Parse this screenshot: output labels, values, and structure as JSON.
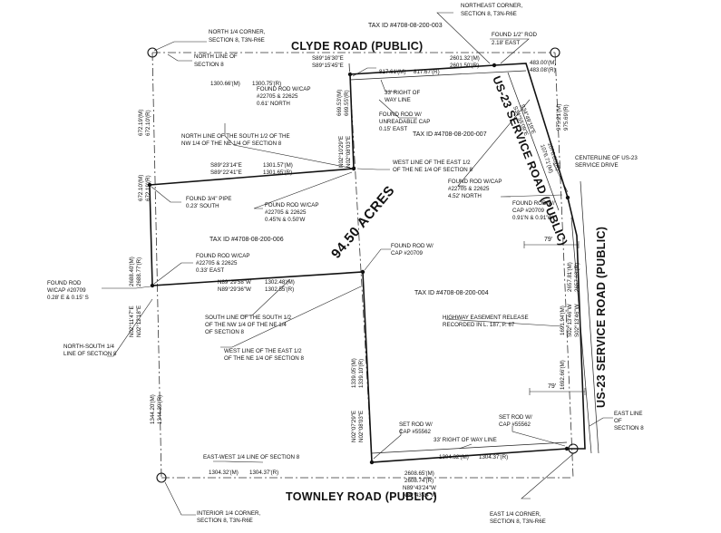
{
  "roads": {
    "clyde": "CLYDE ROAD (PUBLIC)",
    "townley": "TOWNLEY ROAD (PUBLIC)",
    "us23": "US-23 SERVICE ROAD (PUBLIC)",
    "us23_service": "US-23 SERVICE ROAD (PUBLIC)"
  },
  "acres": "94.50 ACRES",
  "tax_ids": {
    "t003": "TAX ID #4708-08-200-003",
    "t007": "TAX ID #4708-08-200-007",
    "t006": "TAX ID #4708-08-200-006",
    "t004": "TAX ID #4708-08-200-004"
  },
  "notes": {
    "north_quarter": [
      "NORTH 1/4 CORNER,",
      "SECTION 8, T3N-R6E"
    ],
    "north_line": [
      "NORTH LINE OF",
      "SECTION 8"
    ],
    "northeast_corner": [
      "NORTHEAST CORNER,",
      "SECTION 8, T3N-R6E"
    ],
    "found_half_rod": [
      "FOUND 1/2\" ROD",
      "2.18' EAST"
    ],
    "rod_cap_081": [
      "FOUND ROD W/CAP",
      "#22705 & 22625",
      "0.61' NORTH"
    ],
    "row_33_top": [
      "33' RIGHT OF",
      "WAY LINE"
    ],
    "unreadable_cap": [
      "FOUND ROD W/",
      "UNREADABLE CAP",
      "0.15' EAST"
    ],
    "north_line_s_half": [
      "NORTH LINE OF THE SOUTH 1/2 OF THE",
      "NW 1/4 OF THE NE 1/4 OF SECTION 8"
    ],
    "west_line_e_half_top": [
      "WEST LINE OF THE EAST 1/2",
      "OF THE NE 1/4 OF SECTION 8"
    ],
    "centerline_us23": [
      "CENTERLINE OF US-23",
      "SERVICE DRIVE"
    ],
    "rod_cap_452": [
      "FOUND ROD W/CAP",
      "#22705 & 22625",
      "4.52' NORTH"
    ],
    "rod_20709_091": [
      "FOUND ROD W/",
      "CAP #20709",
      "0.91'N & 0.91'W"
    ],
    "pipe_034": [
      "FOUND 3/4\" PIPE",
      "0.23' SOUTH"
    ],
    "rod_cap_045": [
      "FOUND ROD W/CAP",
      "#22705 & 22625",
      "0.45'N & 0.50'W"
    ],
    "rod_cap_033": [
      "FOUND ROD W/CAP",
      "#22705 & 22625",
      "0.33' EAST"
    ],
    "rod_20709_mid": [
      "FOUND ROD W/",
      "CAP #20709"
    ],
    "rod_20709_west": [
      "FOUND ROD",
      "W/CAP #20709",
      "0.28' E & 0.15' S"
    ],
    "south_line_s_half": [
      "SOUTH LINE OF THE SOUTH 1/2",
      "OF THE NW 1/4 OF THE NE 1/4",
      "OF SECTION 8"
    ],
    "west_line_e_half_bottom": [
      "WEST LINE OF THE EAST 1/2",
      "OF THE NE 1/4 OF SECTION 8"
    ],
    "ns_quarter": [
      "NORTH-SOUTH 1/4",
      "LINE OF SECTION 8"
    ],
    "highway_easement": [
      "HIGHWAY EASEMENT RELEASE",
      "RECORDED IN L. 187, P. 67"
    ],
    "set_rod_left": [
      "SET ROD W/",
      "CAP #55562"
    ],
    "set_rod_right": [
      "SET ROD W/",
      "CAP #55562"
    ],
    "row_33_bottom": [
      "33' RIGHT OF WAY LINE"
    ],
    "east_line": [
      "EAST LINE",
      "OF",
      "SECTION 8"
    ],
    "ew_quarter": [
      "EAST-WEST 1/4 LINE OF SECTION 8"
    ],
    "interior_corner": [
      "INTERIOR 1/4 CORNER,",
      "SECTION 8, T3N-R6E"
    ],
    "east_quarter": [
      "EAST 1/4 CORNER,",
      "SECTION 8, T3N-R6E"
    ]
  },
  "bearings": {
    "top_bearing_m": "S89°16'30\"E",
    "top_bearing_r": "S89°15'45\"E",
    "top_dist_m": "2601.32'(M)",
    "top_dist_r": "2601.50'(R)",
    "top_left_m": "1300.66'(M)",
    "top_left_r": "1300.75'(R)",
    "top_mid_m": "817.61'(M)",
    "top_mid_r": "817.67'(R)",
    "ne_m": "483.00'(M)",
    "ne_r": "483.08'(R)",
    "mid_bearing_m": "S89°23'14\"E",
    "mid_bearing_r": "S89°22'41\"E",
    "mid_dist_m": "1301.57'(M)",
    "mid_dist_r": "1301.65'(R)",
    "inner_vert_m": "N02°10'29\"E",
    "inner_vert_r": "N02°08'03\"E",
    "inner_dist_m": "669.53'(M)",
    "inner_dist_r": "669.55'(R)",
    "diag_m": "S34°55'09\"E",
    "diag_r": "S34°49'19\"E",
    "diag_dist_m": "1076.71'(M)",
    "diag_dist_r": "1076.60'(R)",
    "east_top_m": "975.21'(M)",
    "east_top_r": "975.69'(R)",
    "left_upper_m": "672.19'(M)",
    "left_upper_r": "672.10'(R)",
    "left_mid_m": "672.10'(M)",
    "left_mid_r": "672.19'(R)",
    "left_low_m": "2688.40'(M)",
    "left_low_r": "2688.77'(R)",
    "left_bearing_m": "N02°11'47\"E",
    "left_bearing_r": "N02°12'18\"E",
    "lower_bearing_m": "N89°29'58\"W",
    "lower_bearing_r": "N89°29'36\"W",
    "lower_dist_m": "1302.48'(M)",
    "lower_dist_r": "1302.55'(R)",
    "center_vert_m": "1339.05'(M)",
    "center_vert_r": "1339.10'(R)",
    "center_bearing_m": "N02°07'29\"E",
    "center_bearing_r": "N02°08'03\"E",
    "left_bottom_m": "1344.20'(M)",
    "left_bottom_r": "1344.39'(R)",
    "east_dist_m": "1691.94'(M)",
    "east_dist_r": "1692.66'(M)",
    "east_bearing_m": "S02°13'46\"W",
    "east_bearing_r": "S02°13'46\"W",
    "far_east_m": "2657.81'(M)",
    "far_east_r": "2657.63'(R)",
    "bottom_bearing_m": "N89°43'24\"W",
    "bottom_bearing_r": "N89°43'24\"W",
    "bottom_dist_m": "2608.65'(M)",
    "bottom_dist_r": "2608.74'(R)",
    "bottom_left_m": "1304.32'(M)",
    "bottom_left_r": "1304.37'(R)",
    "bottom_right_m": "1304.32'(M)",
    "bottom_right_r": "1304.37'(R)",
    "dim_79_top": "79'",
    "dim_79_bottom": "79'"
  }
}
